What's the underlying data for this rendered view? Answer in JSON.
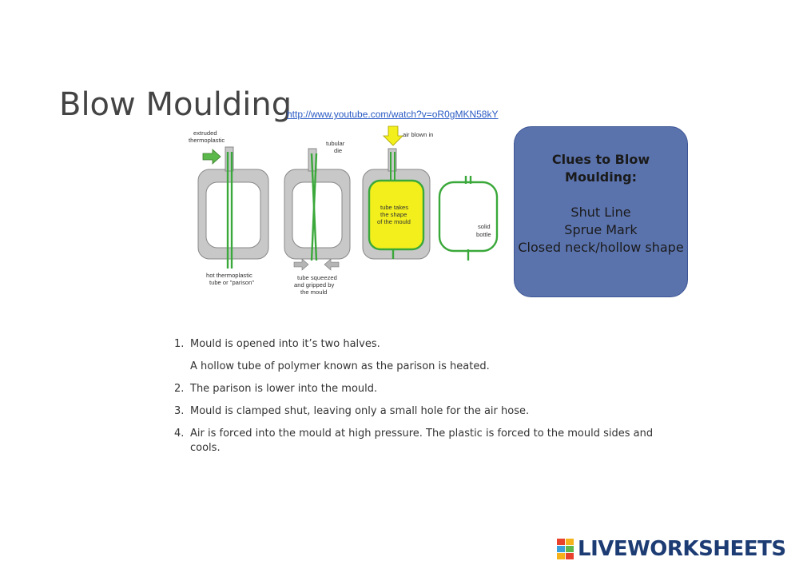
{
  "slide": {
    "title": "Blow Moulding",
    "link": "http://www.youtube.com/watch?v=oR0gMKN58kY"
  },
  "diagram": {
    "labels": {
      "extruded_1": "extruded",
      "extruded_2": "thermoplastic",
      "tubular_1": "tubular",
      "tubular_2": "die",
      "air": "air blown in",
      "takes_1": "tube takes",
      "takes_2": "the shape",
      "takes_3": "of the mould",
      "solid_1": "solid",
      "solid_2": "bottle",
      "hot_1": "hot thermoplastic",
      "hot_2": "tube or \"parison\"",
      "squeezed_1": "tube squeezed",
      "squeezed_2": "and gripped by",
      "squeezed_3": "the mould"
    },
    "colors": {
      "mould": "#c8c8c8",
      "parison": "#3aa83a",
      "fill": "#f2ef1c",
      "arrow": "#8a8a8a"
    }
  },
  "clues": {
    "heading": "Clues to Blow Moulding:",
    "items": [
      "Shut Line",
      "Sprue Mark",
      "Closed neck/hollow shape"
    ]
  },
  "steps": {
    "s1_num": "1.",
    "s1": "Mould is opened into it’s two halves.",
    "s1_sub": "A hollow tube of polymer known as the parison is heated.",
    "s2_num": "2.",
    "s2": "The parison is lower into the mould.",
    "s3_num": "3.",
    "s3": "Mould is clamped shut, leaving only a small hole for the air hose.",
    "s4_num": "4.",
    "s4": "Air is forced into the mould at high pressure. The plastic is forced to the mould sides and cools."
  },
  "brand": {
    "name": "LIVEWORKSHEETS"
  }
}
